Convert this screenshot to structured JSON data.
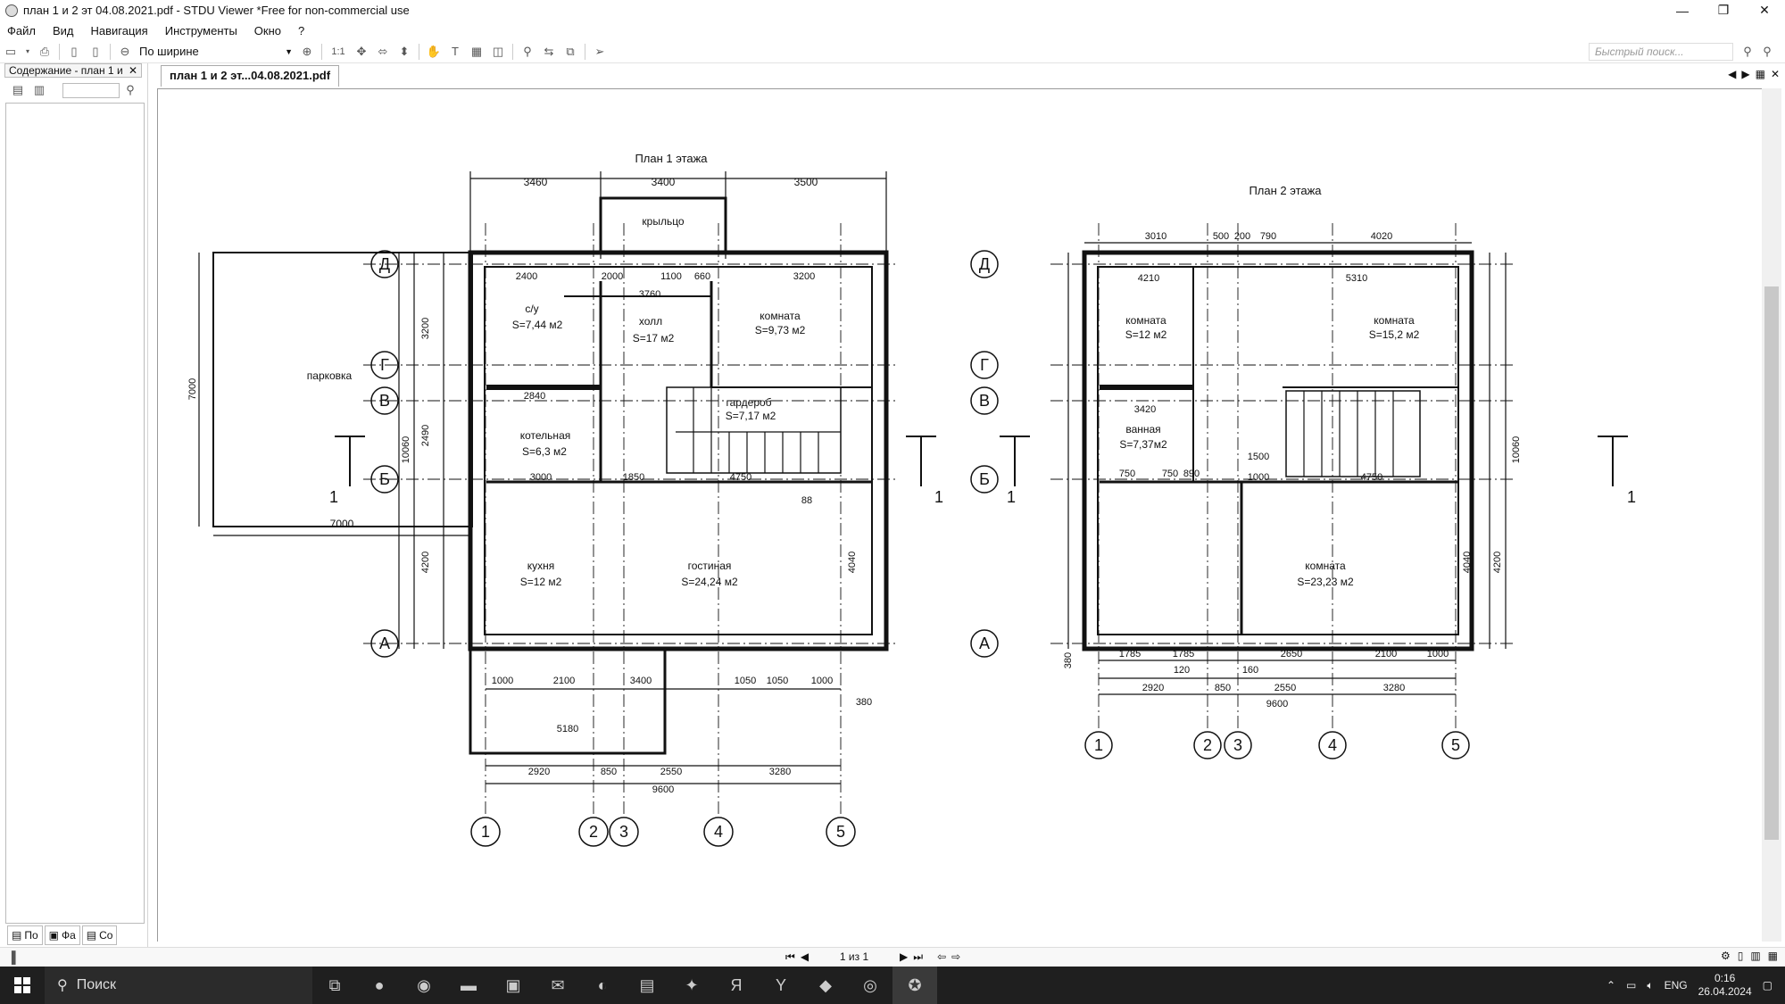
{
  "window": {
    "title": "план 1 и 2 эт 04.08.2021.pdf - STDU Viewer *Free for non-commercial use",
    "minimize": "—",
    "restore": "❐",
    "close": "✕"
  },
  "menu": {
    "file": "Файл",
    "view": "Вид",
    "navigation": "Навигация",
    "tools": "Инструменты",
    "window": "Окно",
    "help": "?"
  },
  "toolbar": {
    "zoom_ratio": "1:1",
    "zoom_mode": "По ширине",
    "quick_search_placeholder": "Быстрый поиск..."
  },
  "sidebar": {
    "tab_label": "Содержание - план 1 и",
    "bottom_tabs": [
      "По",
      "Фа",
      "Со"
    ]
  },
  "document": {
    "tab_label": "план 1 и 2 эт...04.08.2021.pdf"
  },
  "pager": {
    "page_indicator": "1 из 1"
  },
  "taskbar": {
    "search_label": "Поиск",
    "language": "ENG",
    "time": "0:16",
    "date": "26.04.2024"
  },
  "drawing": {
    "plan1_title": "План 1 этажа",
    "plan2_title": "План 2 этажа",
    "axes_letters": [
      "Д",
      "Г",
      "В",
      "Б",
      "А"
    ],
    "axes_numbers": [
      "1",
      "2",
      "3",
      "4",
      "5"
    ],
    "section_mark": "1",
    "plan1_rooms": {
      "porch": "крыльцо",
      "parking": "парковка",
      "wc": "с/у",
      "wc_area": "S=7,44 м2",
      "hall": "холл",
      "hall_area": "S=17 м2",
      "room": "комната",
      "room_area": "S=9,73 м2",
      "wardrobe": "гардероб",
      "wardrobe_area": "S=7,17 м2",
      "boiler": "котельная",
      "boiler_area": "S=6,3 м2",
      "kitchen": "кухня",
      "kitchen_area": "S=12 м2",
      "living": "гостиная",
      "living_area": "S=24,24 м2"
    },
    "plan1_dims": {
      "top1": "3460",
      "top2": "3400",
      "top3": "3500",
      "parking_w": "7000",
      "parking_w2": "7000",
      "parking_h": "7000",
      "d2400": "2400",
      "d2000": "2000",
      "d1100": "1100",
      "d660": "660",
      "d3200": "3200",
      "d3760": "3760",
      "d2840": "2840",
      "d3000": "3000",
      "d1850": "1850",
      "d4750": "4750",
      "d1000": "1000",
      "d2100": "2100",
      "d3400": "3400",
      "d1050": "1050",
      "d5180": "5180",
      "b2920": "2920",
      "b850": "850",
      "b2550": "2550",
      "b3280": "3280",
      "b9600": "9600",
      "l10060": "10060",
      "l3200": "3200",
      "l2490": "2490",
      "l4200": "4200",
      "r4040": "4040",
      "d380": "380",
      "d88": "88"
    },
    "plan2_rooms": {
      "room_a": "комната",
      "room_a_area": "S=12 м2",
      "room_b": "комната",
      "room_b_area": "S=15,2 м2",
      "bath": "ванная",
      "bath_area": "S=7,37м2",
      "room_c": "комната",
      "room_c_area": "S=23,23 м2"
    },
    "plan2_dims": {
      "t3010": "3010",
      "t500": "500",
      "t200": "200",
      "t790": "790",
      "t4020": "4020",
      "t4210": "4210",
      "t5310": "5310",
      "t3420": "3420",
      "t1500": "1500",
      "t4750": "4750",
      "t750": "750",
      "t890": "890",
      "t1000": "1000",
      "b1785": "1785",
      "b2650": "2650",
      "b2100": "2100",
      "b1000": "1000",
      "b2920": "2920",
      "b850": "850",
      "b2550": "2550",
      "b3280": "3280",
      "b9600": "9600",
      "b120": "120",
      "b160": "160",
      "r10060": "10060",
      "r4200": "4200",
      "r4040": "4040",
      "d380": "380"
    }
  }
}
